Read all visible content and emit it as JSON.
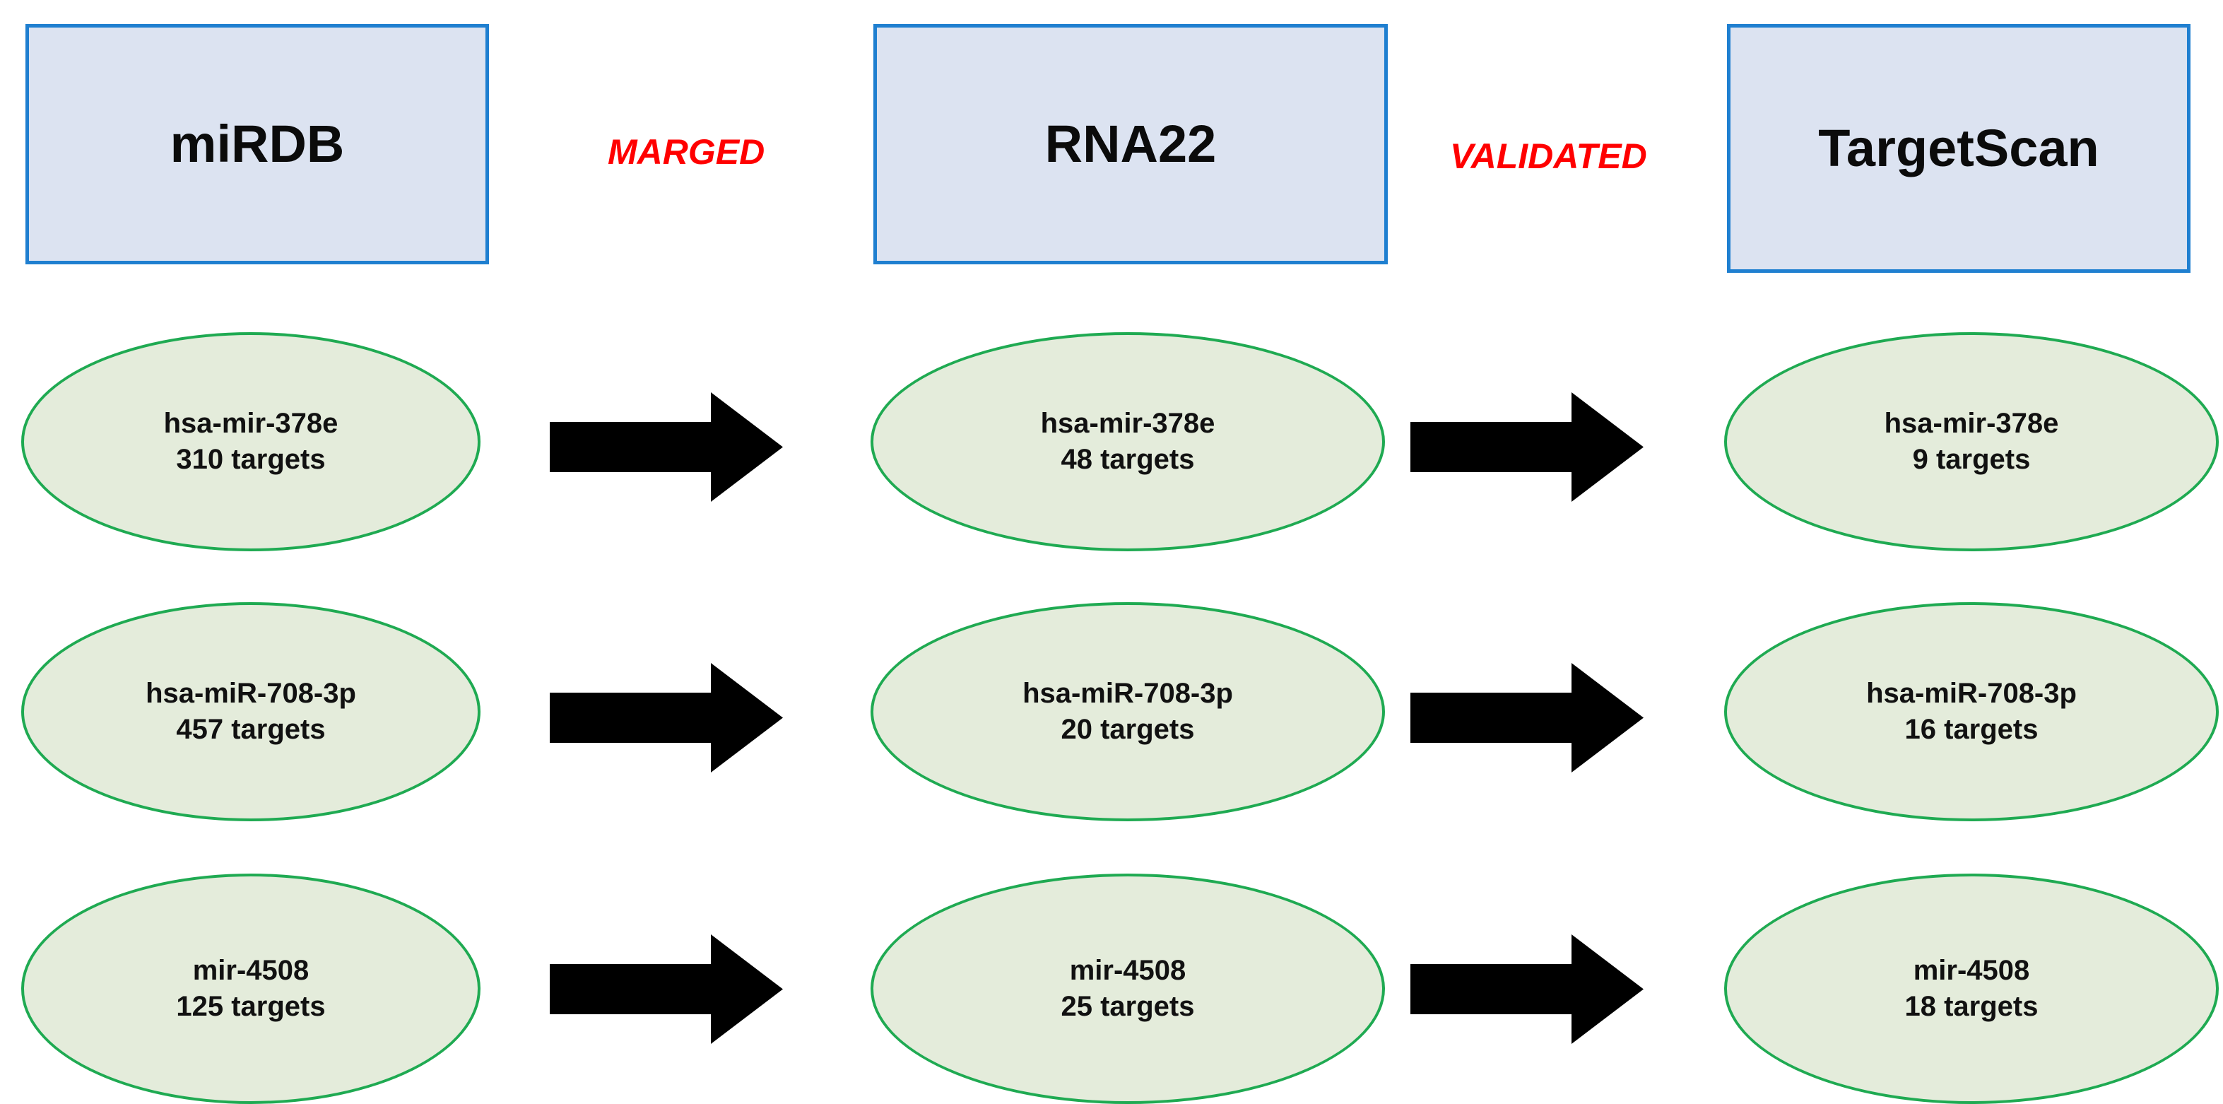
{
  "colors": {
    "header_fill": "#dce3f1",
    "header_border": "#1f7fd0",
    "ellipse_fill": "#e4ecdb",
    "ellipse_border": "#1faa52",
    "stage_label": "#ff0000",
    "arrow": "#000000",
    "background": "#ffffff",
    "text": "#111111"
  },
  "headers": [
    {
      "id": "mirdb",
      "label": "miRDB"
    },
    {
      "id": "rna22",
      "label": "RNA22"
    },
    {
      "id": "targetscan",
      "label": "TargetScan"
    }
  ],
  "stages": [
    {
      "id": "marged",
      "label": "MARGED"
    },
    {
      "id": "validated",
      "label": "VALIDATED"
    }
  ],
  "rows": [
    {
      "mirna": "hsa-mir-378e",
      "mirdb": {
        "name": "hsa-mir-378e",
        "count": "310 targets"
      },
      "rna22": {
        "name": "hsa-mir-378e",
        "count": "48 targets"
      },
      "targetscan": {
        "name": "hsa-mir-378e",
        "count": "9 targets"
      }
    },
    {
      "mirna": "hsa-miR-708-3p",
      "mirdb": {
        "name": "hsa-miR-708-3p",
        "count": "457 targets"
      },
      "rna22": {
        "name": "hsa-miR-708-3p",
        "count": "20 targets"
      },
      "targetscan": {
        "name": "hsa-miR-708-3p",
        "count": "16 targets"
      }
    },
    {
      "mirna": "mir-4508",
      "mirdb": {
        "name": "mir-4508",
        "count": "125 targets"
      },
      "rna22": {
        "name": "mir-4508",
        "count": "25 targets"
      },
      "targetscan": {
        "name": "mir-4508",
        "count": "18 targets"
      }
    }
  ],
  "icons": {
    "arrow_right": "right-arrow-icon"
  },
  "chart_data": {
    "type": "table",
    "title": "miRNA target filtering pipeline across prediction databases",
    "columns": [
      "miRDB",
      "RNA22",
      "TargetScan"
    ],
    "transitions": [
      "MARGED",
      "VALIDATED"
    ],
    "rows": [
      {
        "mirna": "hsa-mir-378e",
        "miRDB": 310,
        "RNA22": 48,
        "TargetScan": 9
      },
      {
        "mirna": "hsa-miR-708-3p",
        "miRDB": 457,
        "RNA22": 20,
        "TargetScan": 16
      },
      {
        "mirna": "mir-4508",
        "miRDB": 125,
        "RNA22": 25,
        "TargetScan": 18
      }
    ],
    "unit": "targets"
  }
}
